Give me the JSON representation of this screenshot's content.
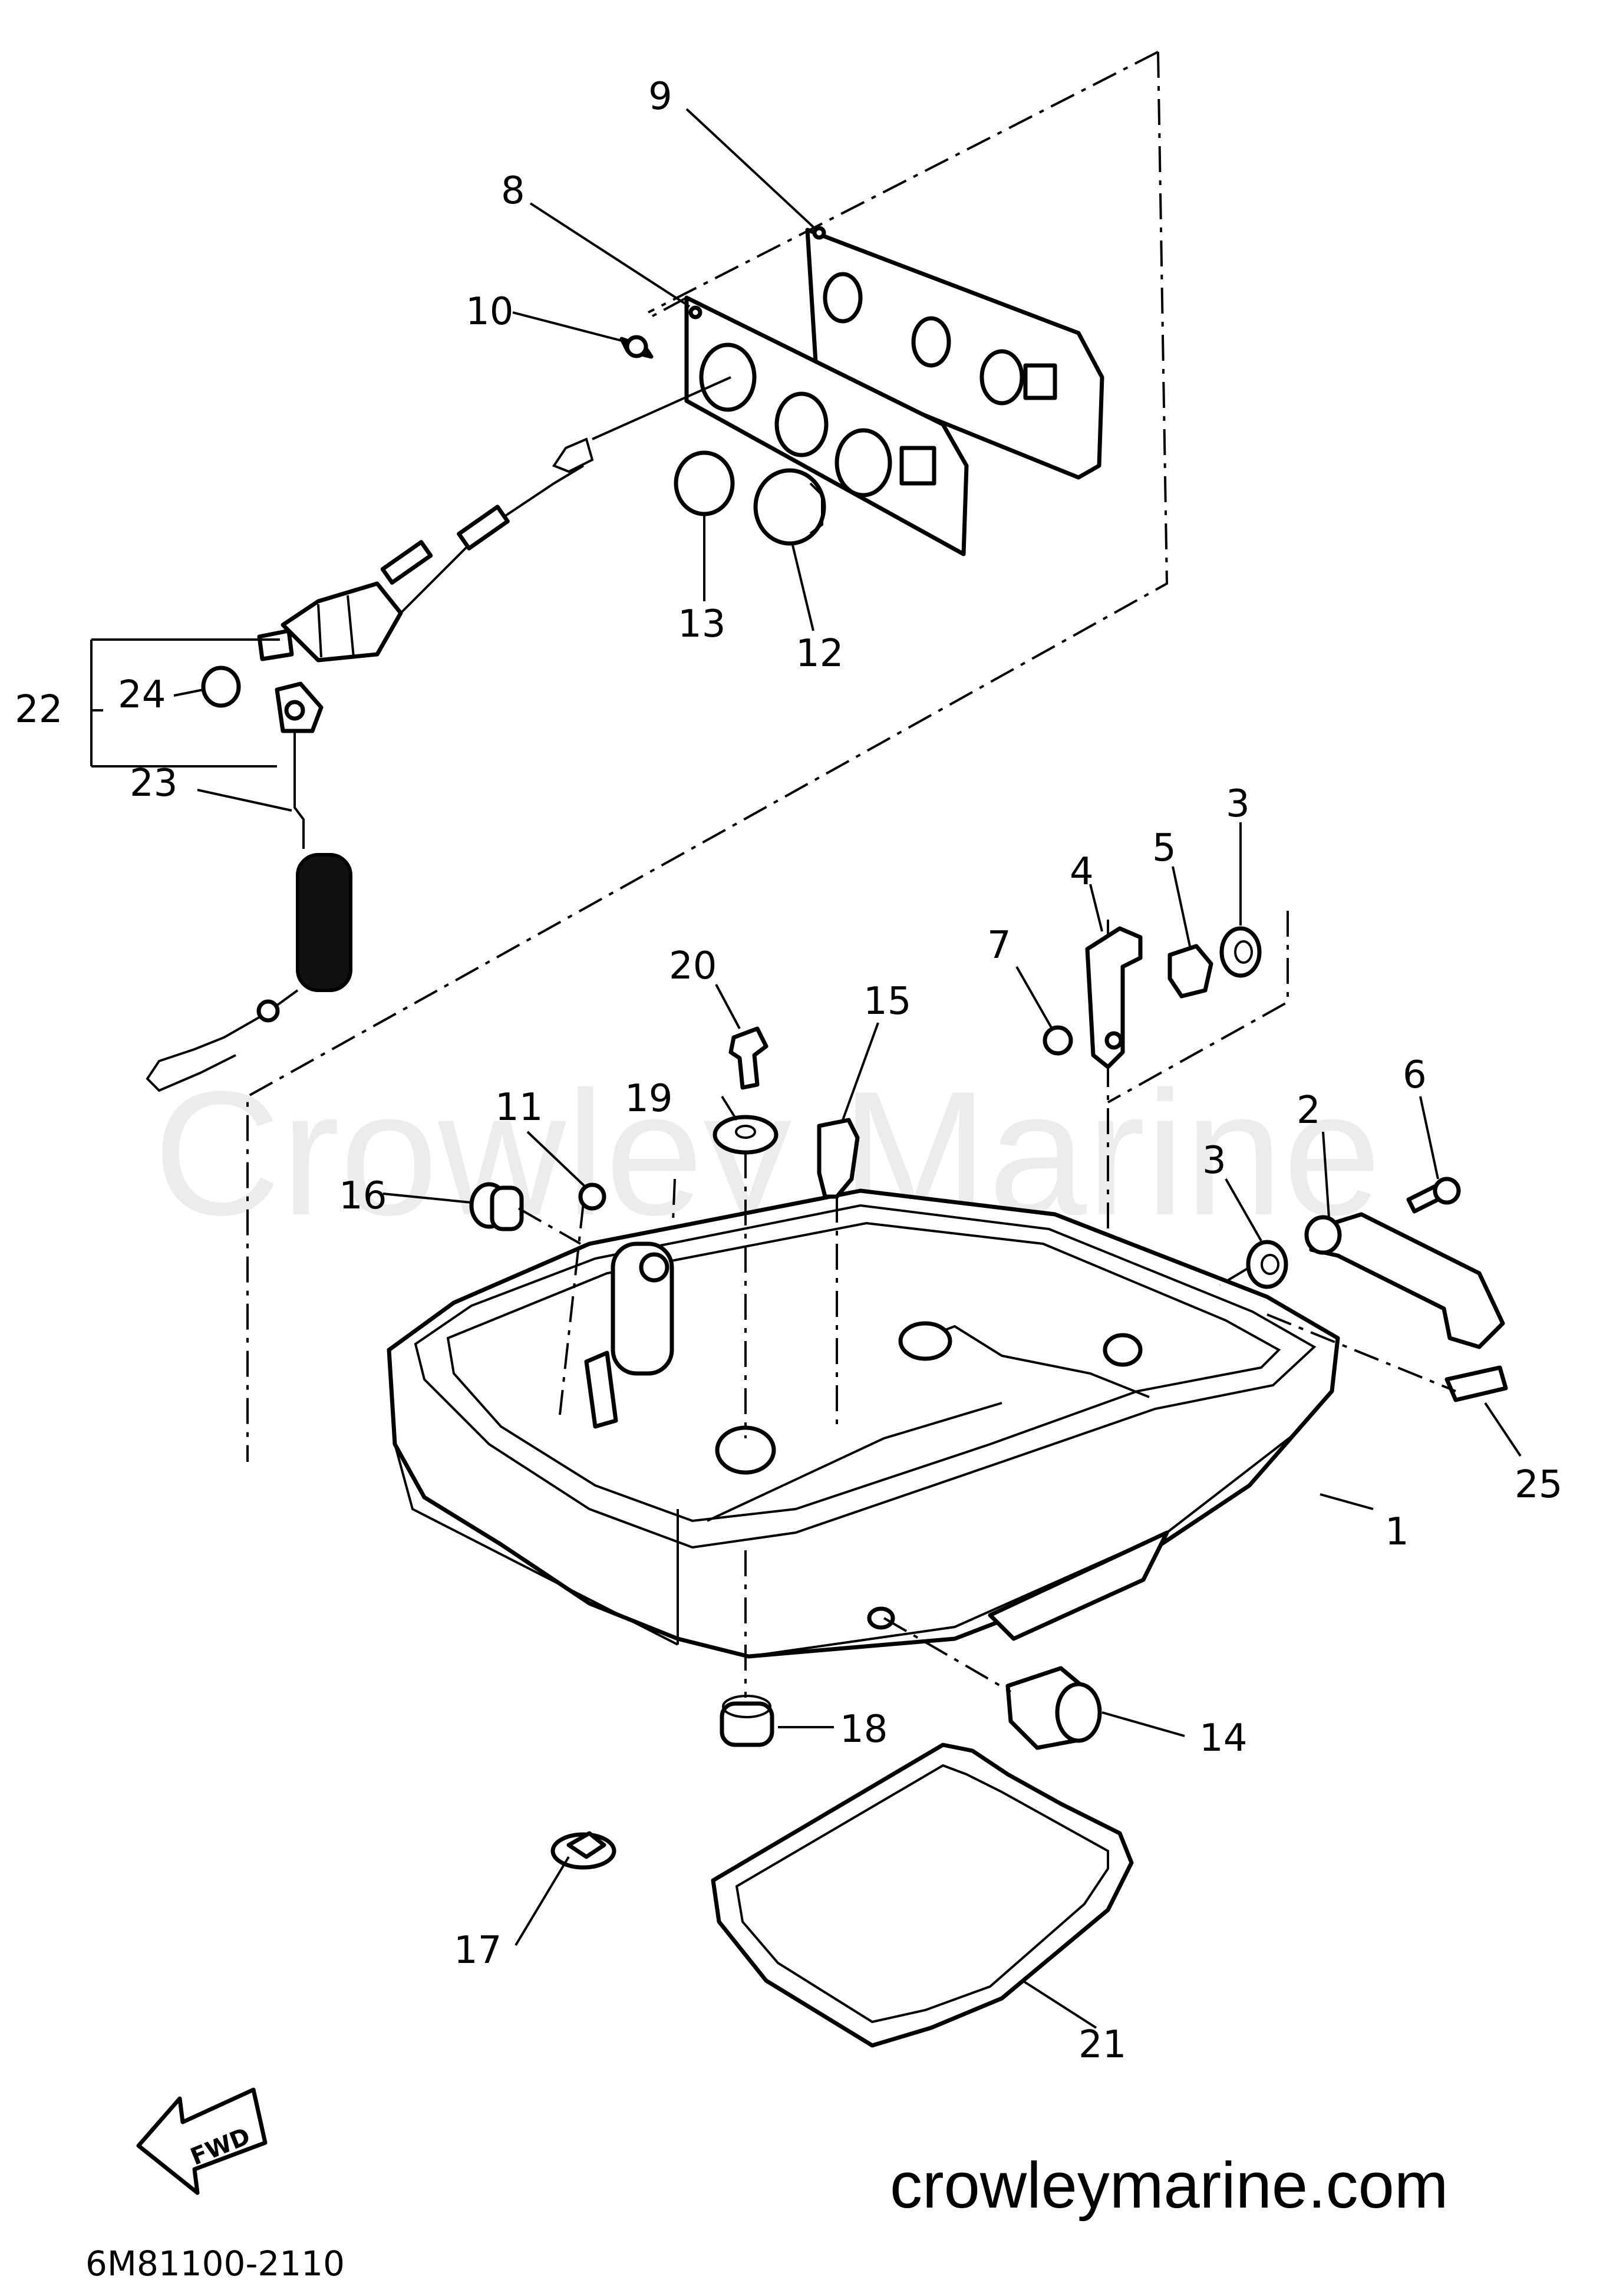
{
  "diagram": {
    "watermark": "Crowley Marine",
    "website": "crowleymarine.com",
    "part_code": "6M81100-2110",
    "fwd_label": "FWD",
    "callouts": {
      "c1": "1",
      "c2": "2",
      "c3a": "3",
      "c3b": "3",
      "c4": "4",
      "c5": "5",
      "c6": "6",
      "c7": "7",
      "c8": "8",
      "c9": "9",
      "c10": "10",
      "c11": "11",
      "c12": "12",
      "c13": "13",
      "c14": "14",
      "c15": "15",
      "c16": "16",
      "c17": "17",
      "c18": "18",
      "c19": "19",
      "c20": "20",
      "c21": "21",
      "c22": "22",
      "c23": "23",
      "c24": "24",
      "c25": "25"
    }
  }
}
